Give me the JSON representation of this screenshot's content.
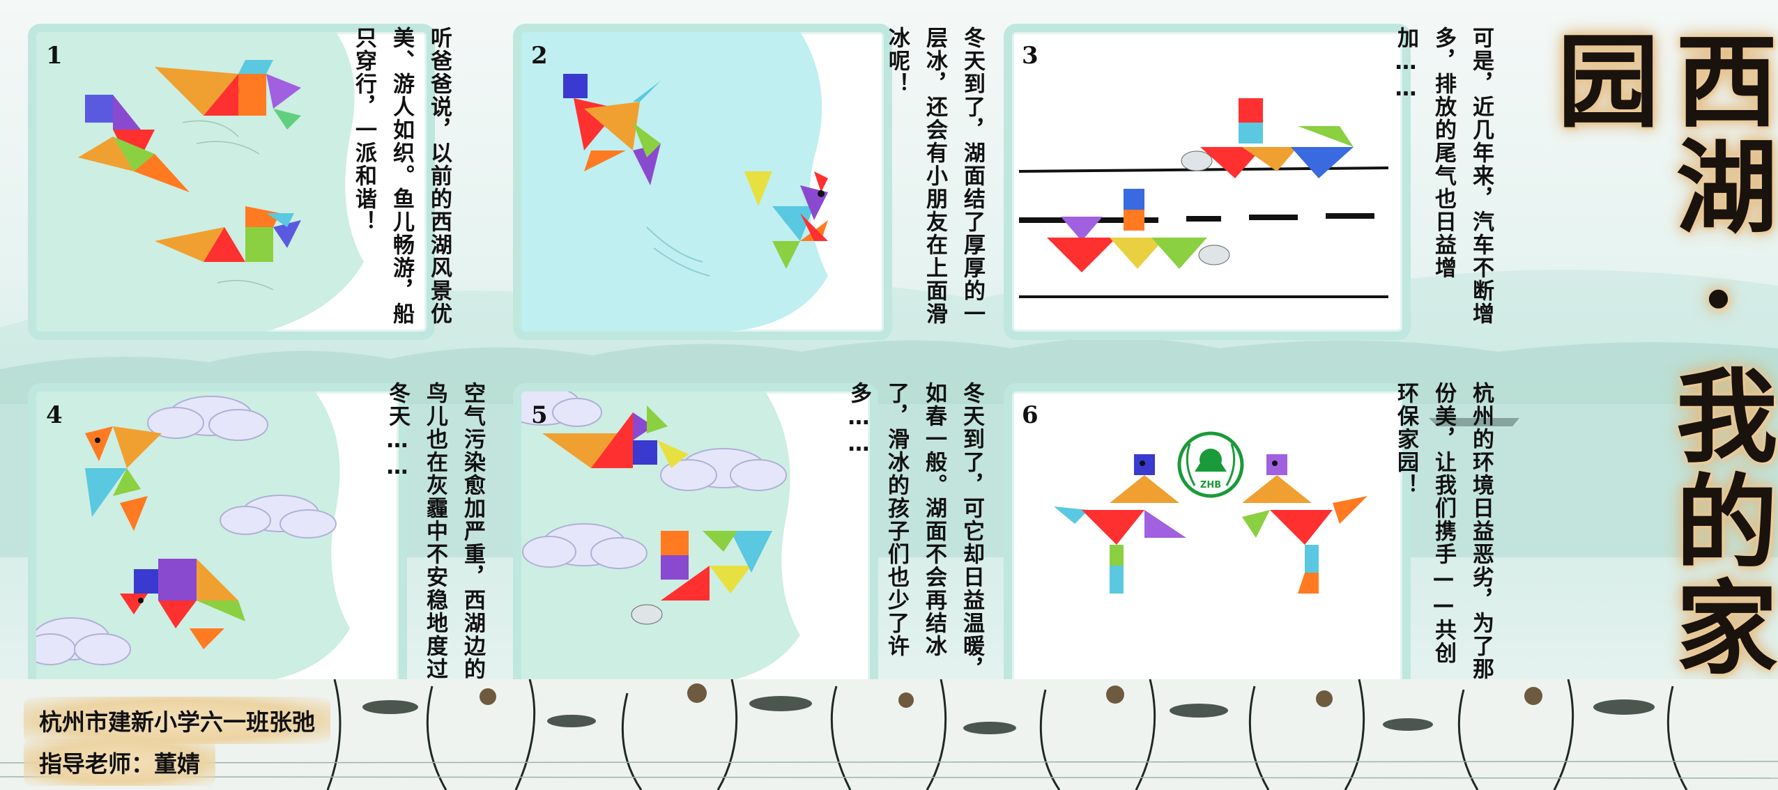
{
  "title": "西湖·我的家园",
  "panels": [
    {
      "num": "1",
      "text": "听爸爸说，以前的西湖风景优美、游人如织。鱼儿畅游，船只穿行，一派和谐！"
    },
    {
      "num": "2",
      "text": "冬天到了，湖面结了厚厚的一层冰，还会有小朋友在上面滑冰呢！"
    },
    {
      "num": "3",
      "text": "可是，近几年来，汽车不断增多，排放的尾气也日益增加……"
    },
    {
      "num": "4",
      "text": "空气污染愈加严重，西湖边的鸟儿也在灰霾中不安稳地度过冬天……"
    },
    {
      "num": "5",
      "text": "冬天到了，可它却日益温暖，如春一般。湖面不会再结冰了，滑冰的孩子们也少了许多……"
    },
    {
      "num": "6",
      "text": "杭州的环境日益恶劣，为了那份美，让我们携手——共创环保家园！"
    }
  ],
  "logo_text": "ZHB",
  "credits": {
    "author": "杭州市建新小学六一班张弛",
    "teacher": "指导老师：董婧"
  },
  "colors": {
    "panel_border": "#bfe7de",
    "mint": "#cdeee2",
    "ice": "#bfeff0",
    "title_glow": "#e8c38b"
  }
}
